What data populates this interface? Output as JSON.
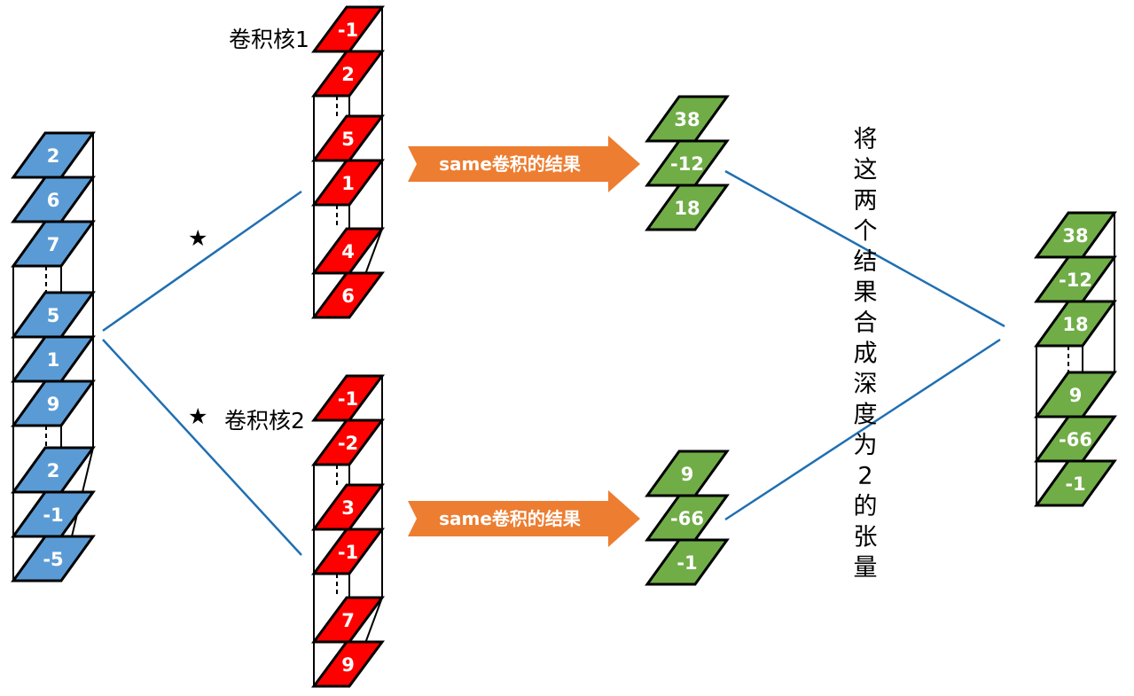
{
  "colors": {
    "input": "#5b9bd5",
    "kernel": "#ff0000",
    "result": "#70ad47",
    "arrow": "#ed7d31",
    "connector": "#1f6fb2",
    "edge": "#000000"
  },
  "input_tensor": {
    "slices": [
      [
        "2",
        "6",
        "7"
      ],
      [
        "5",
        "1",
        "9"
      ],
      [
        "2",
        "-1",
        "-5"
      ]
    ]
  },
  "kernel1": {
    "label": "卷积核1",
    "slices": [
      [
        "-1",
        "2"
      ],
      [
        "5",
        "1"
      ],
      [
        "4",
        "6"
      ]
    ]
  },
  "kernel2": {
    "label": "卷积核2",
    "slices": [
      [
        "-1",
        "-2"
      ],
      [
        "3",
        "-1"
      ],
      [
        "7",
        "9"
      ]
    ]
  },
  "operator_symbol": "★",
  "arrow_label": "same卷积的结果",
  "result1": [
    "38",
    "-12",
    "18"
  ],
  "result2": [
    "9",
    "-66",
    "-1"
  ],
  "merge_note": [
    "将",
    "这",
    "两",
    "个",
    "结",
    "果",
    "合",
    "成",
    "深",
    "度",
    "为",
    "2",
    "的",
    "张",
    "量"
  ],
  "output_tensor": {
    "slices": [
      [
        "38",
        "-12",
        "18"
      ],
      [
        "9",
        "-66",
        "-1"
      ]
    ]
  }
}
